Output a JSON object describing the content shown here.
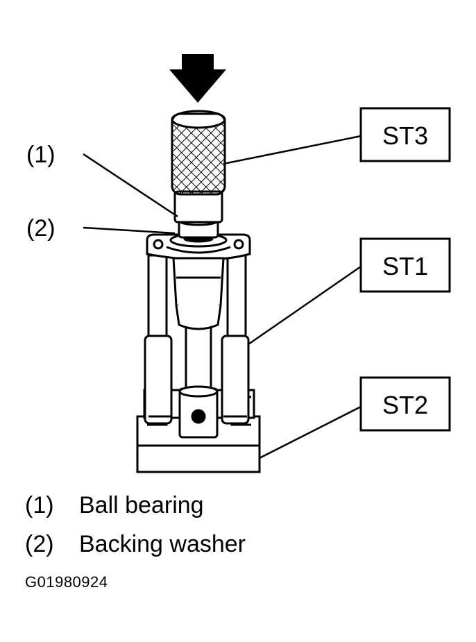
{
  "callouts": {
    "c1": "(1)",
    "c2": "(2)"
  },
  "tool_labels": {
    "st3": "ST3",
    "st1": "ST1",
    "st2": "ST2"
  },
  "legend": [
    {
      "num": "(1)",
      "text": "Ball bearing"
    },
    {
      "num": "(2)",
      "text": "Backing washer"
    }
  ],
  "figure_code": "G01980924",
  "colors": {
    "ink": "#000000",
    "paper": "#ffffff"
  }
}
